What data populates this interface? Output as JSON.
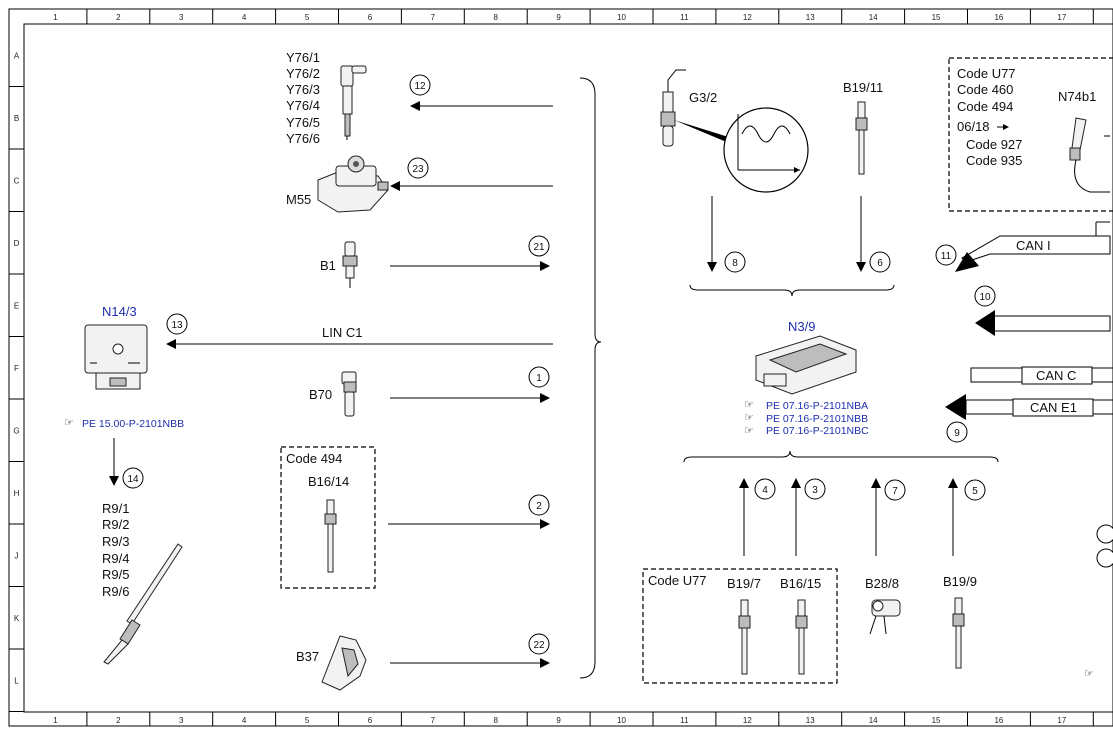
{
  "grid": {
    "columns": [
      "1",
      "2",
      "3",
      "4",
      "5",
      "6",
      "7",
      "8",
      "9",
      "10",
      "11",
      "12",
      "13",
      "14",
      "15",
      "16",
      "17"
    ],
    "rows": [
      "A",
      "B",
      "C",
      "D",
      "E",
      "F",
      "G",
      "H",
      "J",
      "K",
      "L"
    ]
  },
  "components": {
    "injectors": [
      "Y76/1",
      "Y76/2",
      "Y76/3",
      "Y76/4",
      "Y76/5",
      "Y76/6"
    ],
    "m55": "M55",
    "b1": "B1",
    "n14_3": "N14/3",
    "lin_c1": "LIN C1",
    "n14_3_ref": "PE 15.00-P-2101NBB",
    "b70": "B70",
    "code494_box": "Code 494",
    "b16_14": "B16/14",
    "b37": "B37",
    "glow_plugs": [
      "R9/1",
      "R9/2",
      "R9/3",
      "R9/4",
      "R9/5",
      "R9/6"
    ],
    "g3_2": "G3/2",
    "b19_11": "B19/11",
    "n3_9": "N3/9",
    "n3_9_refs": [
      "PE 07.16-P-2101NBA",
      "PE 07.16-P-2101NBB",
      "PE 07.16-P-2101NBC"
    ],
    "codeu77_box": "Code U77",
    "b19_7": "B19/7",
    "b16_15": "B16/15",
    "b28_8": "B28/8",
    "b19_9": "B19/9",
    "top_right_codes": [
      "Code U77",
      "Code 460",
      "Code 494"
    ],
    "top_right_date": "06/18",
    "top_right_subcodes": [
      "Code 927",
      "Code 935"
    ],
    "n74b1": "N74b1",
    "can_i": "CAN I",
    "can_c": "CAN C",
    "can_e1": "CAN E1"
  },
  "callouts": [
    "12",
    "23",
    "21",
    "13",
    "1",
    "2",
    "22",
    "14",
    "8",
    "6",
    "11",
    "10",
    "9",
    "4",
    "3",
    "7",
    "5"
  ]
}
